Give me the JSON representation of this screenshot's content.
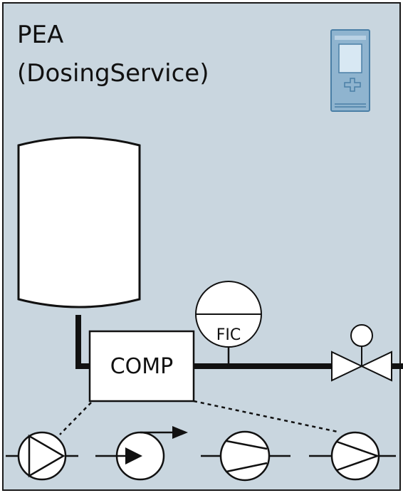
{
  "module": {
    "title_line1": "PEA",
    "title_line2": "(DosingService)",
    "background_color": "#c9d6df"
  },
  "equipment": {
    "compensator_label": "COMP",
    "flow_controller_label": "FIC"
  },
  "icons": {
    "controller": "plc-controller-icon",
    "tank": "storage-tank-icon",
    "valve": "control-valve-icon",
    "pumps": [
      "pump-icon",
      "pump-icon",
      "compressor-icon",
      "pump-icon"
    ]
  }
}
